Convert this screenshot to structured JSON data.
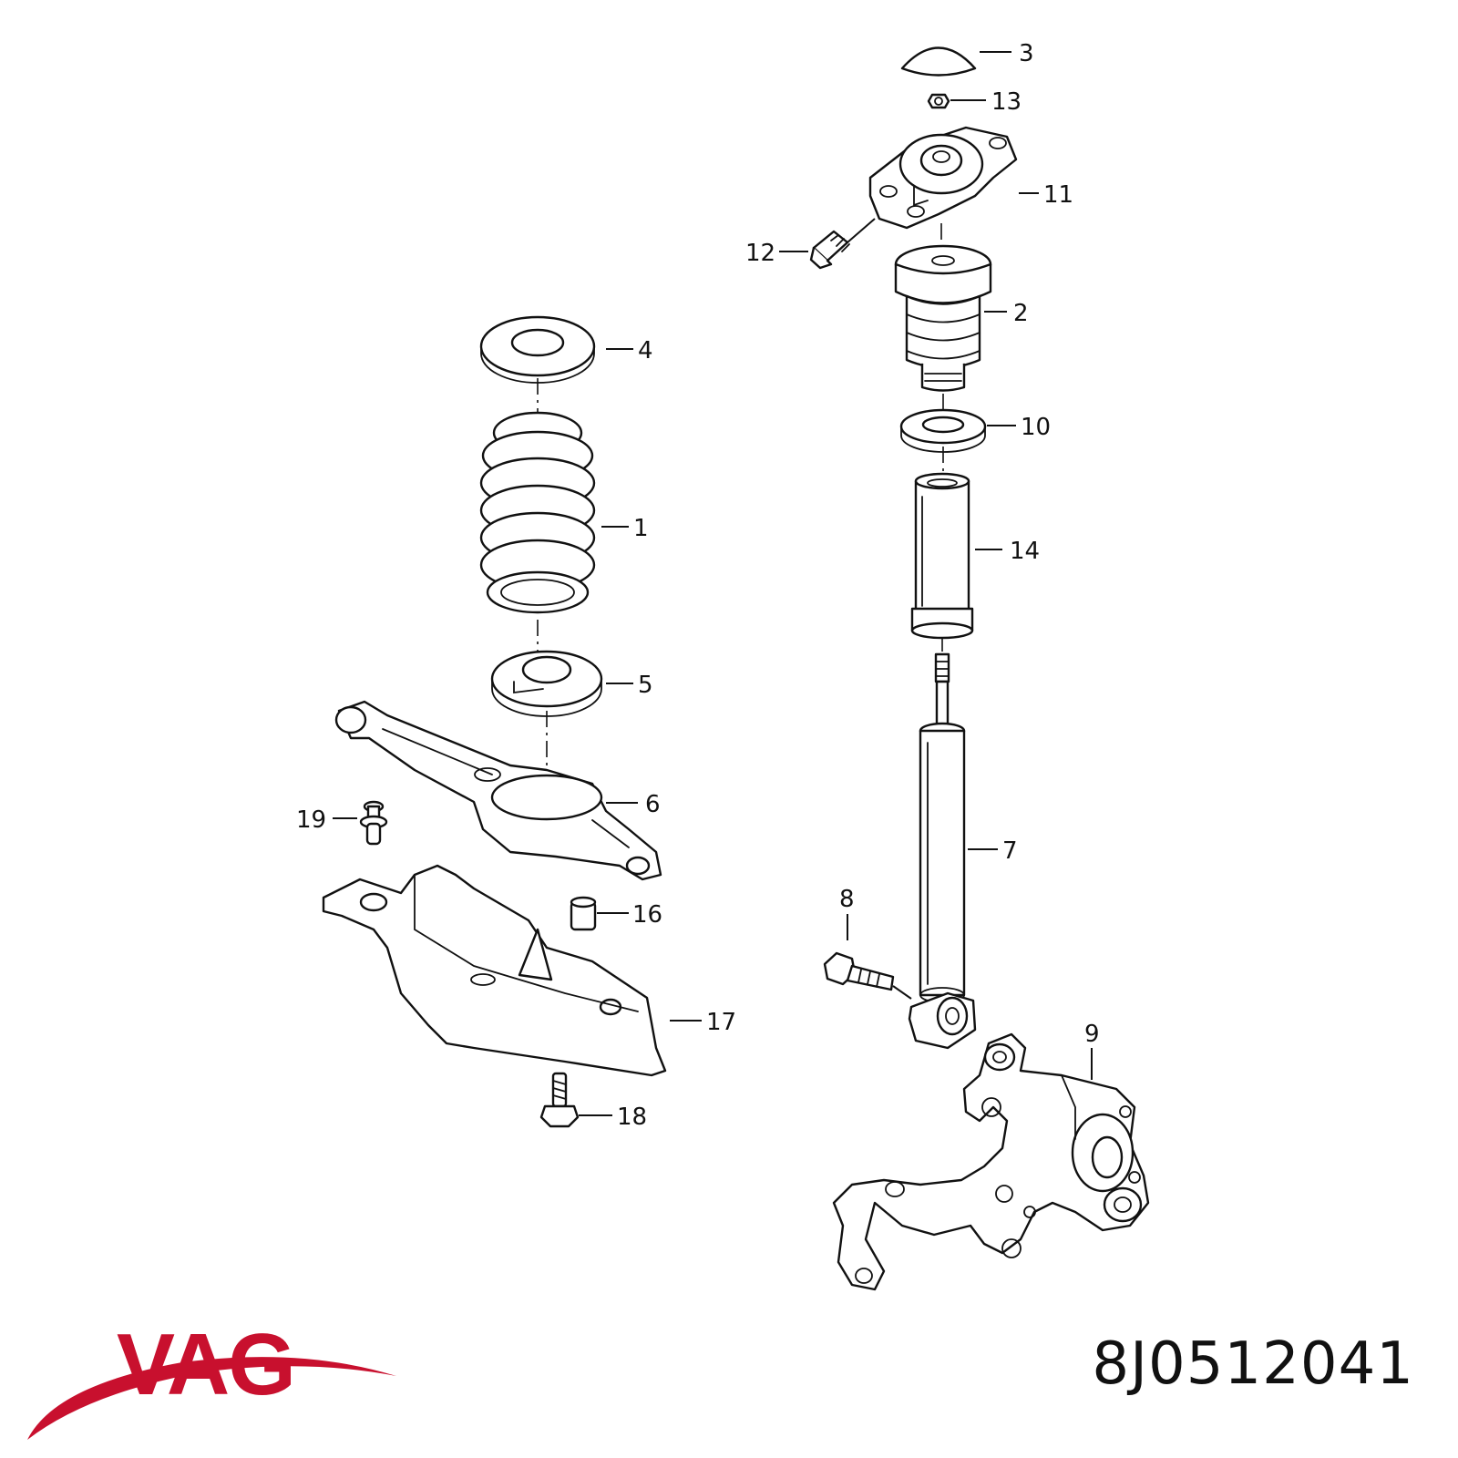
{
  "callouts": {
    "c1": "1",
    "c2": "2",
    "c3": "3",
    "c4": "4",
    "c5": "5",
    "c6": "6",
    "c7": "7",
    "c8": "8",
    "c9": "9",
    "c10": "10",
    "c11": "11",
    "c12": "12",
    "c13": "13",
    "c14": "14",
    "c16": "16",
    "c17": "17",
    "c18": "18",
    "c19": "19"
  },
  "brand": {
    "logo_text": "VAG",
    "color": "#c8102e"
  },
  "part_number": "8J0512041"
}
